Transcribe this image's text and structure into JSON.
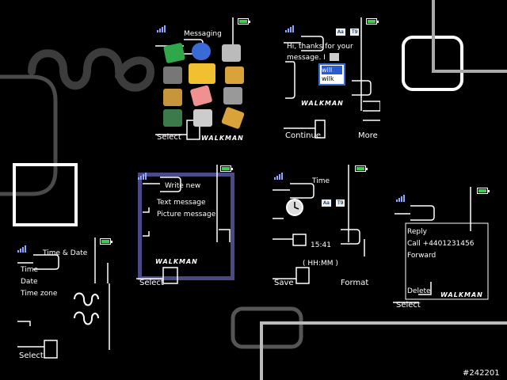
{
  "screens": {
    "messaging": {
      "title": "Messaging",
      "softkey_left": "Select",
      "brand": "WALKMAN",
      "icons": [
        "envelope-icon",
        "globe-icon",
        "gamepad-icon",
        "camera-icon",
        "email-icon",
        "film-icon",
        "folder-icon",
        "note-icon",
        "phone-card-icon",
        "phone-edit-icon",
        "settings-icon",
        "wrench-icon"
      ]
    },
    "compose": {
      "text_line1": "Hi, thanks for your",
      "text_line2": "message. I",
      "tag_aa": "Aa",
      "tag_t9": "T9",
      "suggestions": [
        "will",
        "wilk"
      ],
      "softkey_left": "Continue",
      "softkey_right": "More",
      "brand": "WALKMAN"
    },
    "write_new": {
      "title": "Write new",
      "items": [
        "Text message",
        "Picture message"
      ],
      "softkey_left": "Select",
      "brand": "WALKMAN"
    },
    "time": {
      "title": "Time",
      "tag_aa": "Aa",
      "tag_t9": "T9",
      "value": "15:41",
      "format": "( HH:MM )",
      "softkey_left": "Save",
      "softkey_right": "Format"
    },
    "message_options": {
      "items": [
        "Reply",
        "Call +4401231456",
        "Forward",
        "Delete"
      ],
      "softkey_left": "Select",
      "brand": "WALKMAN"
    },
    "time_date": {
      "title": "Time & Date",
      "items": [
        "Time",
        "Date",
        "Time zone"
      ],
      "softkey_left": "Select"
    }
  },
  "image_id": "#242201",
  "colors": {
    "background": "#000000",
    "signal": "#8fa8ff",
    "battery": "#39d14b",
    "highlight_frame": "#4a4a86",
    "line_grey": "#aaaaaa"
  }
}
